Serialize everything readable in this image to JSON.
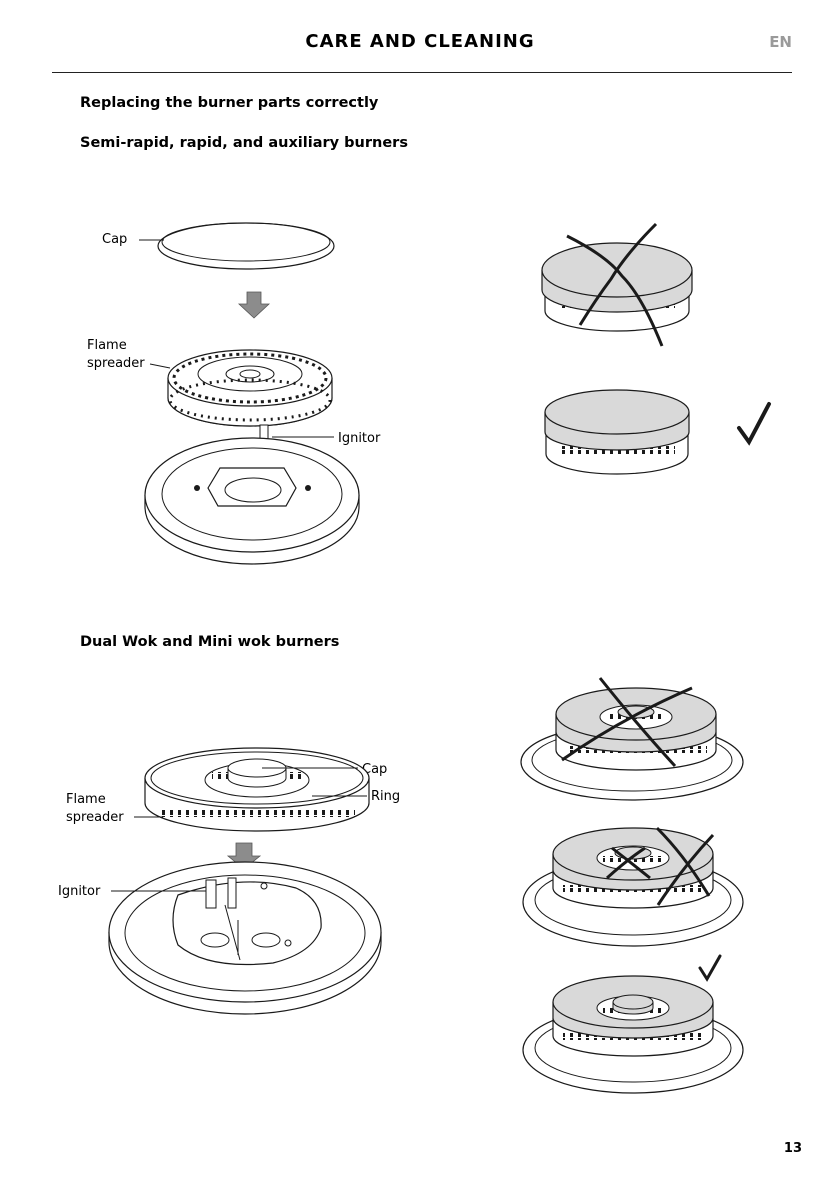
{
  "header": {
    "title": "CARE AND CLEANING",
    "language": "EN"
  },
  "heading": "Replacing the burner parts correctly",
  "section1": {
    "title": "Semi-rapid, rapid, and auxiliary burners",
    "labels": {
      "cap": "Cap",
      "flame_line1": "Flame",
      "flame_line2": "spreader",
      "ignitor": "Ignitor"
    }
  },
  "section2": {
    "title": "Dual Wok and Mini wok burners",
    "labels": {
      "cap": "Cap",
      "ring": "Ring",
      "flame_line1": "Flame",
      "flame_line2": "spreader",
      "ignitor": "Ignitor"
    }
  },
  "colors": {
    "cap_fill": "#d9d9d9",
    "arrow_fill": "#8c8c8c",
    "line": "#1a1a1a"
  },
  "footer": {
    "page_number": "13"
  }
}
